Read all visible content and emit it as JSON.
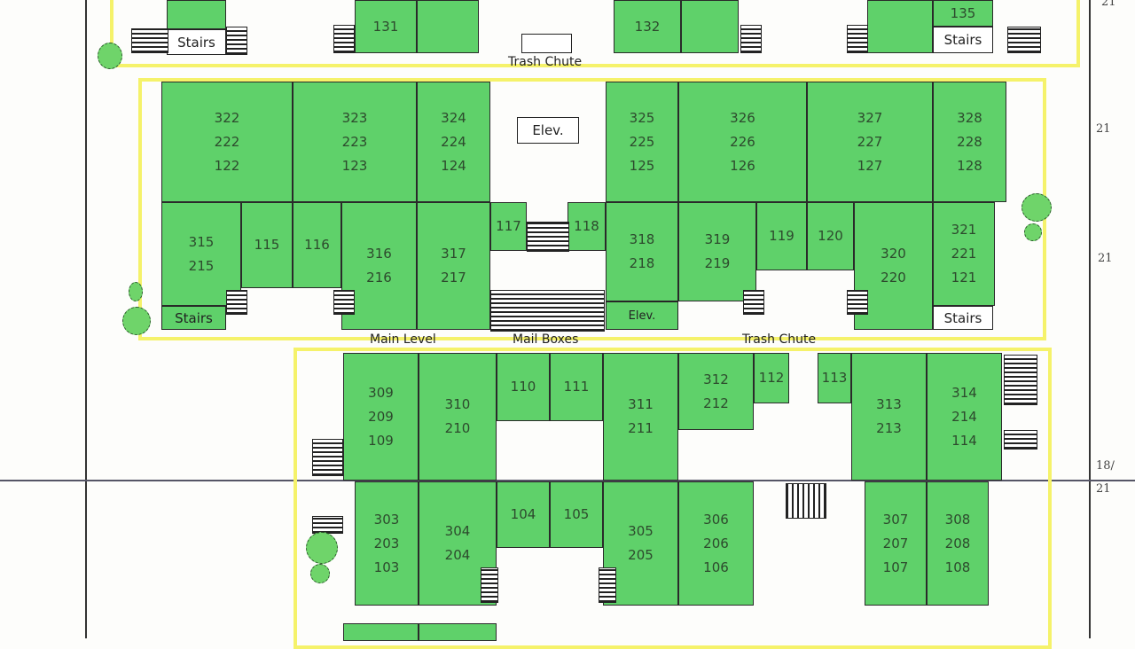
{
  "title": "Main Level",
  "labels": {
    "main_level": "Main Level",
    "mail_boxes": "Mail Boxes",
    "trash_chute_top": "Trash Chute",
    "trash_chute_mid": "Trash Chute",
    "elev_center": "Elev.",
    "elev_right": "Elev.",
    "stairs": [
      "Stairs",
      "Stairs",
      "Stairs",
      "Stairs"
    ]
  },
  "margin_notes": [
    "21",
    "21",
    "21",
    "18/",
    "21"
  ],
  "colors": {
    "unit": "#5fd16a",
    "outline": "#f5f26a"
  },
  "units": [
    {
      "labels": []
    },
    {
      "labels": [
        "131"
      ]
    },
    {
      "labels": []
    },
    {
      "labels": [
        "132"
      ]
    },
    {
      "labels": []
    },
    {
      "labels": []
    },
    {
      "labels": [
        "135"
      ]
    },
    {
      "labels": [
        "322",
        "222",
        "122"
      ]
    },
    {
      "labels": [
        "323",
        "223",
        "123"
      ]
    },
    {
      "labels": [
        "324",
        "224",
        "124"
      ]
    },
    {
      "labels": [
        "317",
        "217"
      ]
    },
    {
      "labels": [
        "315",
        "215"
      ]
    },
    {
      "labels": [
        "115"
      ]
    },
    {
      "labels": [
        "116"
      ]
    },
    {
      "labels": [
        "316",
        "216"
      ]
    },
    {
      "labels": [
        "117"
      ]
    },
    {
      "labels": [
        "118"
      ]
    },
    {
      "labels": [
        "325",
        "225",
        "125"
      ]
    },
    {
      "labels": [
        "318",
        "218"
      ]
    },
    {
      "labels": [
        "326",
        "226",
        "126"
      ]
    },
    {
      "labels": [
        "319",
        "219"
      ]
    },
    {
      "labels": [
        "119"
      ]
    },
    {
      "labels": [
        "120"
      ]
    },
    {
      "labels": [
        "327",
        "227",
        "127"
      ]
    },
    {
      "labels": [
        "320",
        "220"
      ]
    },
    {
      "labels": [
        "328",
        "228",
        "128"
      ]
    },
    {
      "labels": [
        "321",
        "221",
        "121"
      ]
    },
    {
      "labels": [
        "309",
        "209",
        "109"
      ]
    },
    {
      "labels": [
        "310",
        "210"
      ]
    },
    {
      "labels": [
        "110"
      ]
    },
    {
      "labels": [
        "111"
      ]
    },
    {
      "labels": [
        "311",
        "211"
      ]
    },
    {
      "labels": [
        "312",
        "212"
      ]
    },
    {
      "labels": [
        "112"
      ]
    },
    {
      "labels": [
        "113"
      ]
    },
    {
      "labels": [
        "313",
        "213"
      ]
    },
    {
      "labels": [
        "314",
        "214",
        "114"
      ]
    },
    {
      "labels": [
        "303",
        "203",
        "103"
      ]
    },
    {
      "labels": [
        "304",
        "204"
      ]
    },
    {
      "labels": [
        "104"
      ]
    },
    {
      "labels": [
        "105"
      ]
    },
    {
      "labels": [
        "305",
        "205"
      ]
    },
    {
      "labels": [
        "306",
        "206",
        "106"
      ]
    },
    {
      "labels": [
        "307",
        "207",
        "107"
      ]
    },
    {
      "labels": [
        "308",
        "208",
        "108"
      ]
    },
    {
      "labels": []
    },
    {
      "labels": []
    }
  ]
}
